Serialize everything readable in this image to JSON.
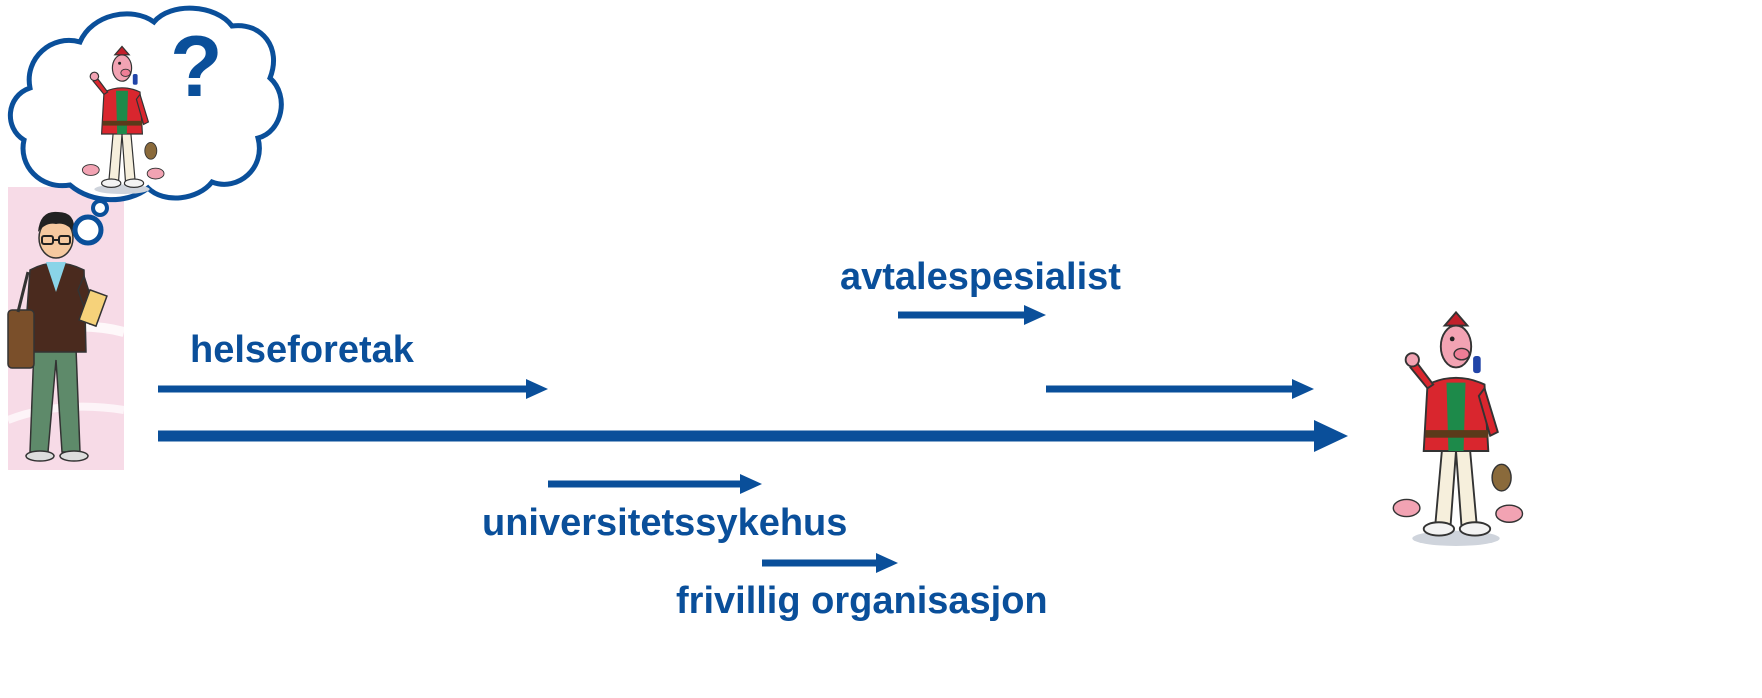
{
  "colors": {
    "accent": "#0a4f9a",
    "background": "#ffffff",
    "student_panel_bg": "#f7dbe7",
    "thought_outline": "#0a4f9a"
  },
  "thought": {
    "symbol": "?"
  },
  "labels": {
    "helseforetak": "helseforetak",
    "avtalespesialist": "avtalespesialist",
    "universitetssykehus": "universitetssykehus",
    "frivillig": "frivillig organisasjon"
  },
  "figures": {
    "student": "student-illustration",
    "figure_in_thought": "cartoon-character-illustration",
    "figure_goal": "cartoon-character-illustration"
  }
}
